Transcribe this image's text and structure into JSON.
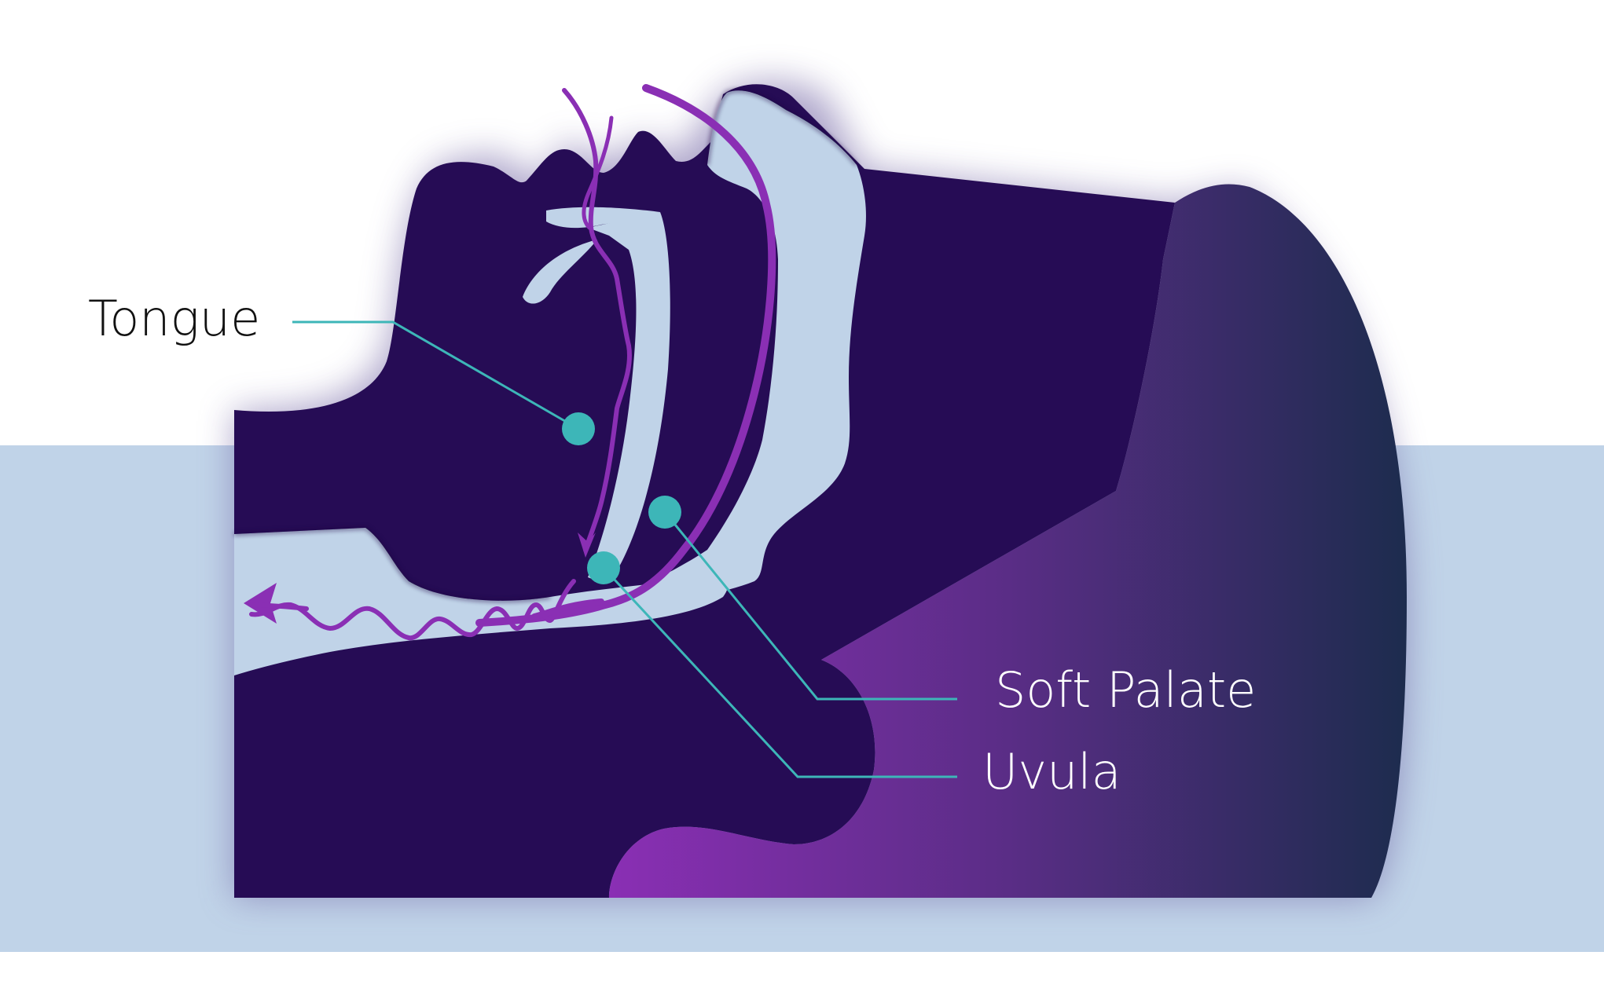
{
  "labels": {
    "tongue": "Tongue",
    "soft_palate": "Soft Palate",
    "uvula": "Uvula"
  },
  "colors": {
    "background_band": "#c0d3e8",
    "head": "#260c55",
    "airway": "#c0d3e8",
    "airflow": "#8a2fb4",
    "pillow_start": "#8a2fb4",
    "pillow_end": "#1d2c4e",
    "callout": "#3db6b8",
    "tongue_label": "#111111",
    "right_labels": "#ffffff"
  }
}
